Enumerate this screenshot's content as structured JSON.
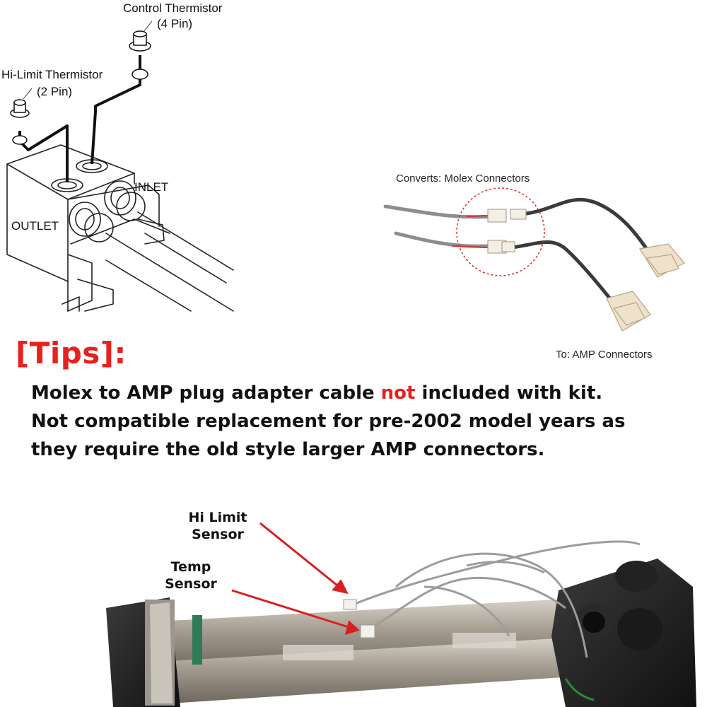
{
  "heater_diagram": {
    "control_thermistor_title": "Control Thermistor",
    "control_thermistor_pins": "(4 Pin)",
    "hi_limit_thermistor_title": "Hi-Limit Thermistor",
    "hi_limit_thermistor_pins": "(2 Pin)",
    "inlet_label": "INLET",
    "outlet_label": "OUTLET"
  },
  "adapter_photo": {
    "converts_label": "Converts: Molex Connectors",
    "to_label": "To: AMP Connectors"
  },
  "tips": {
    "title": "[Tips]:",
    "line1_before": "Molex to AMP plug adapter cable ",
    "line1_highlight": "not",
    "line1_after": " included with kit.",
    "line2": "Not compatible replacement for pre-2002 model years as",
    "line3": "they require the old style larger AMP connectors."
  },
  "heater_photo": {
    "hi_limit_line1": "Hi Limit",
    "hi_limit_line2": "Sensor",
    "temp_line1": "Temp",
    "temp_line2": "Sensor"
  },
  "colors": {
    "accent_red": "#e8211f",
    "text_dark": "#111111"
  }
}
